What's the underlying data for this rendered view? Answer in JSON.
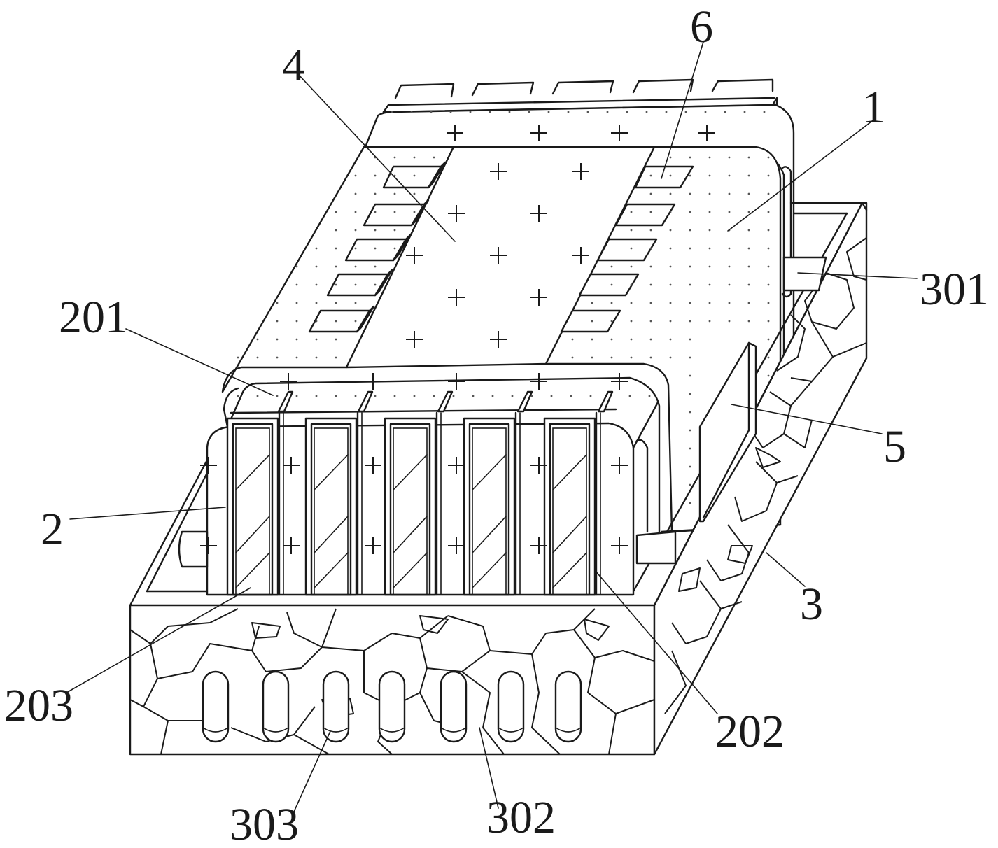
{
  "figure": {
    "labels": [
      {
        "key": "label_1",
        "text": "1"
      },
      {
        "key": "label_2",
        "text": "2"
      },
      {
        "key": "label_201",
        "text": "201"
      },
      {
        "key": "label_202",
        "text": "202"
      },
      {
        "key": "label_203",
        "text": "203"
      },
      {
        "key": "label_3",
        "text": "3"
      },
      {
        "key": "label_301",
        "text": "301"
      },
      {
        "key": "label_302",
        "text": "302"
      },
      {
        "key": "label_303",
        "text": "303"
      },
      {
        "key": "label_4",
        "text": "4"
      },
      {
        "key": "label_5",
        "text": "5"
      },
      {
        "key": "label_6",
        "text": "6"
      }
    ]
  }
}
